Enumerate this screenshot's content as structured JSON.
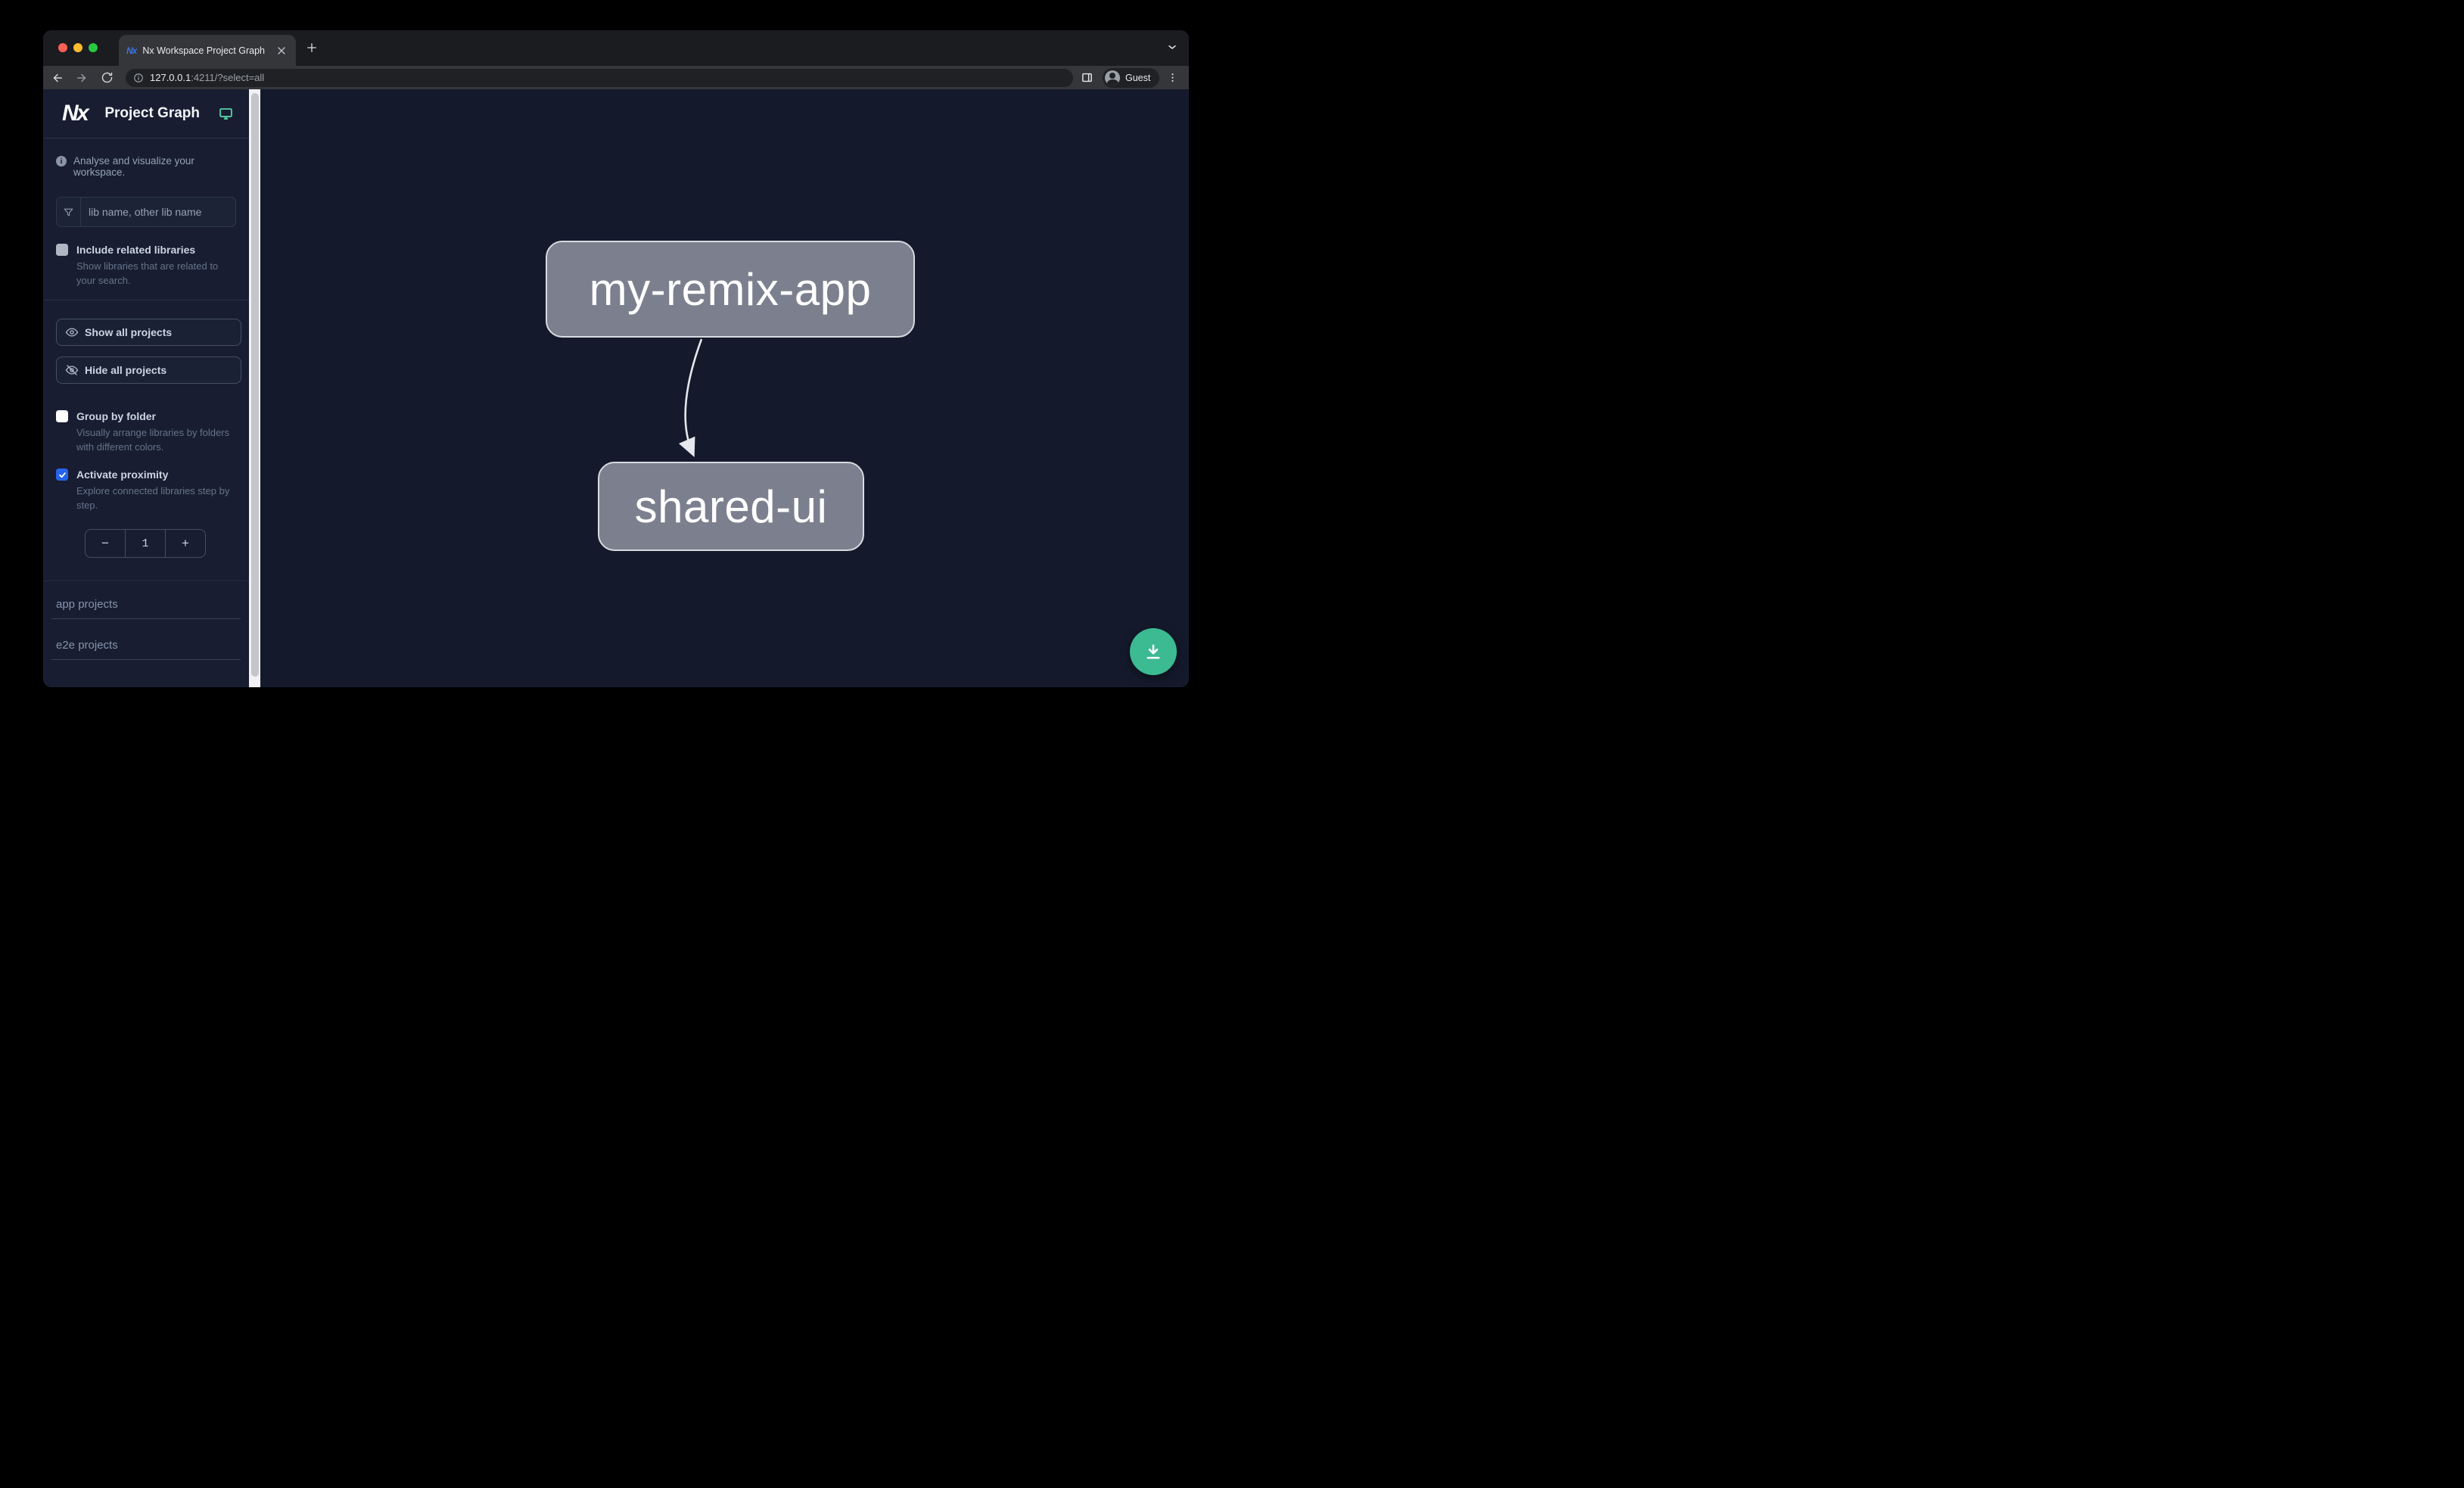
{
  "browser": {
    "tab": {
      "favicon_text": "Nx",
      "title": "Nx Workspace Project Graph"
    },
    "url": {
      "host": "127.0.0.1",
      "rest": ":4211/?select=all"
    },
    "profile_label": "Guest"
  },
  "sidebar": {
    "logo_text": "Nx",
    "title": "Project Graph",
    "tagline": "Analyse and visualize your workspace.",
    "filter": {
      "placeholder": "lib name, other lib name"
    },
    "options": {
      "include_related": {
        "label": "Include related libraries",
        "description": "Show libraries that are related to your search.",
        "checked": false
      },
      "group_by_folder": {
        "label": "Group by folder",
        "description": "Visually arrange libraries by folders with different colors.",
        "checked": false
      },
      "activate_proximity": {
        "label": "Activate proximity",
        "description": "Explore connected libraries step by step.",
        "checked": true
      }
    },
    "buttons": {
      "show_all": "Show all projects",
      "hide_all": "Hide all projects"
    },
    "stepper": {
      "decrement": "−",
      "value": "1",
      "increment": "+"
    },
    "sections": [
      {
        "label": "app projects"
      },
      {
        "label": "e2e projects"
      }
    ]
  },
  "graph": {
    "nodes": [
      {
        "id": "my-remix-app"
      },
      {
        "id": "shared-ui"
      }
    ],
    "edges": [
      {
        "source": "my-remix-app",
        "target": "shared-ui"
      }
    ]
  },
  "colors": {
    "accent_green": "#4FC9A1",
    "fab_green": "#3CBA92",
    "checkbox_blue": "#2563EB",
    "node_fill": "#7C808E",
    "node_border": "#D7DADF",
    "edge": "#E4E7EC",
    "sidebar_bg": "#181D31",
    "canvas_bg": "#141A2C"
  }
}
